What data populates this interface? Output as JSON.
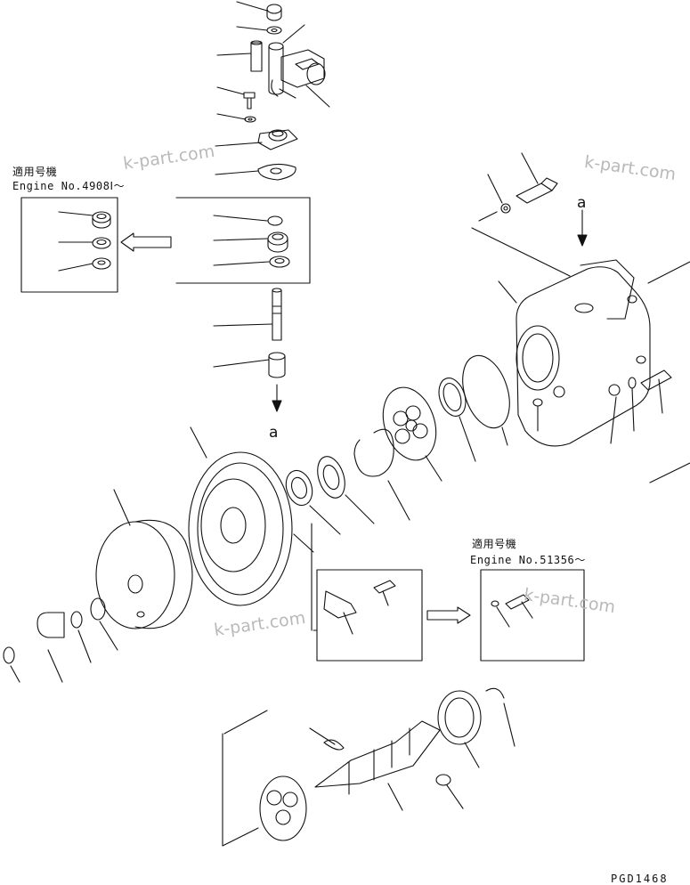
{
  "watermark": "k-part.com",
  "notes": {
    "left": {
      "line1": "適用号機",
      "line2": "Engine No.4908Ⅰ～"
    },
    "right": {
      "line1": "適用号機",
      "line2": "Engine No.51356～"
    }
  },
  "marker": "a",
  "drawing_code": "PGD1468"
}
